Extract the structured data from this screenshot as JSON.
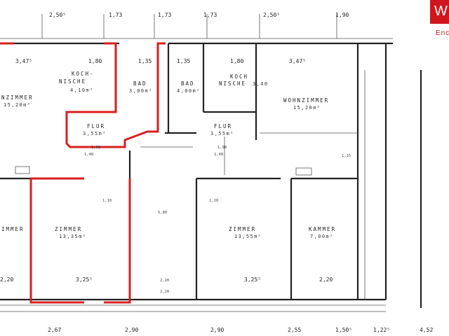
{
  "top_dims": [
    "2,50⁵",
    "1,73",
    "1,73",
    "1,73",
    "2,50⁵",
    "1,90"
  ],
  "bottom_dims": [
    "2,67",
    "2,90",
    "2,90",
    "2,55",
    "1,50⁵",
    "1,22⁵",
    "4,52"
  ],
  "room_labels": {
    "wohnzimmer_left": "NZIMMER",
    "wohnzimmer_left_area": "15,20m²",
    "kochnische_left": "KOCH-",
    "kochnische_left_b": "NISCHE",
    "kochnische_left_area": "4,10m²",
    "bad_left": "BAD",
    "bad_left_area": "3,00m²",
    "bad_right": "BAD",
    "bad_right_area": "4,00m²",
    "kochnische_right": "KOCH",
    "kochnische_right_b": "NISCHE",
    "kochnische_right_area": "3,40",
    "wohnzimmer_right": "WOHNZIMMER",
    "wohnzimmer_right_area": "15,20m²",
    "flur_left": "FLUR",
    "flur_left_area": "3,55m²",
    "flur_right": "FLUR",
    "flur_right_area": "3,55m²",
    "zimmer_left": "ZIMMER",
    "zimmer_left_area": "13,35m²",
    "zimmer_far_left": "IMMER",
    "zimmer_right": "ZIMMER",
    "zimmer_right_area": "13,55m²",
    "kammer": "KAMMER",
    "kammer_area": "7,00m²"
  },
  "inner_dims": [
    "3,47⁵",
    "1,80",
    "1,35",
    "1,35",
    "1,80",
    "3,47⁵",
    "1,98",
    "1,98",
    "1,10",
    "1,10",
    "2,20",
    "3,25⁵",
    "3,25⁵",
    "2,20",
    "5,80",
    "2,20",
    "2,20",
    "1,15",
    "1,48",
    "1,48"
  ],
  "logo": {
    "mark": "W",
    "text": "Enc"
  },
  "highlight_color": "#d61f1f"
}
